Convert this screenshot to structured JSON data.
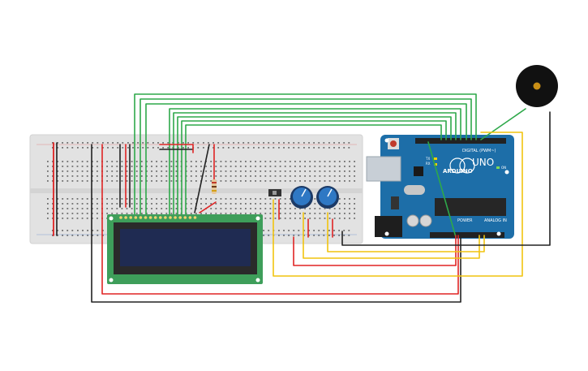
{
  "arduino": {
    "brand": "ARDUINO",
    "model": "UNO",
    "tx": "TX",
    "rx": "RX",
    "on": "ON",
    "digital": "DIGITAL (PWM~)",
    "power": "POWER",
    "analog": "ANALOG IN"
  },
  "colors": {
    "breadboard": "#e2e2e2",
    "arduino": "#1d6ea8",
    "lcd_board": "#3e9e5a",
    "lcd_screen": "#1f2b52",
    "wire_green": "#2ea84a",
    "wire_red": "#e02424",
    "wire_black": "#222222",
    "wire_yellow": "#f1c40f",
    "pot": "#2f78c4"
  },
  "icons": {
    "buzzer": "buzzer-icon",
    "potentiometer": "potentiometer-icon",
    "resistor": "resistor-icon",
    "slide_switch": "switch-icon",
    "usb": "usb-port-icon",
    "power_jack": "power-jack-icon"
  }
}
